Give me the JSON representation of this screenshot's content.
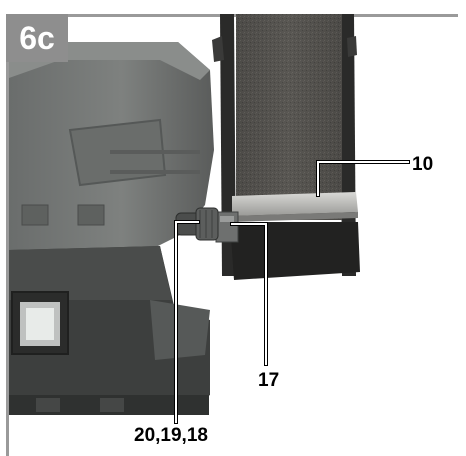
{
  "figure": {
    "label": "6c",
    "callouts": [
      {
        "id": "callout-10",
        "text": "10"
      },
      {
        "id": "callout-17",
        "text": "17"
      },
      {
        "id": "callout-20-19-18",
        "text": "20,19,18"
      }
    ]
  },
  "colors": {
    "frame": "#9a9a9a",
    "label_bg": "#8e8e8e",
    "label_text": "#ffffff",
    "callout_text": "#000000",
    "leader": "#ffffff"
  }
}
